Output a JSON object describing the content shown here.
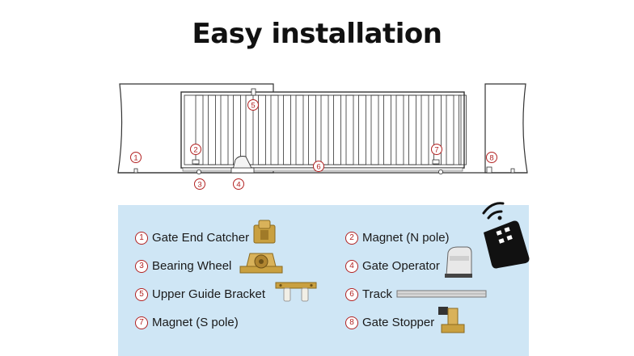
{
  "title": "Easy installation",
  "diagram_markers": [
    "1",
    "2",
    "3",
    "4",
    "5",
    "6",
    "7",
    "8"
  ],
  "parts": [
    {
      "num": "1",
      "name": "Gate End Catcher"
    },
    {
      "num": "2",
      "name": "Magnet (N pole)"
    },
    {
      "num": "3",
      "name": "Bearing Wheel"
    },
    {
      "num": "4",
      "name": "Gate Operator"
    },
    {
      "num": "5",
      "name": "Upper Guide Bracket"
    },
    {
      "num": "6",
      "name": "Track"
    },
    {
      "num": "7",
      "name": "Magnet (S pole)"
    },
    {
      "num": "8",
      "name": "Gate Stopper"
    }
  ],
  "colors": {
    "panel": "#cfe6f5",
    "marker": "#b22222",
    "line": "#333333",
    "brass": "#c9a040"
  }
}
